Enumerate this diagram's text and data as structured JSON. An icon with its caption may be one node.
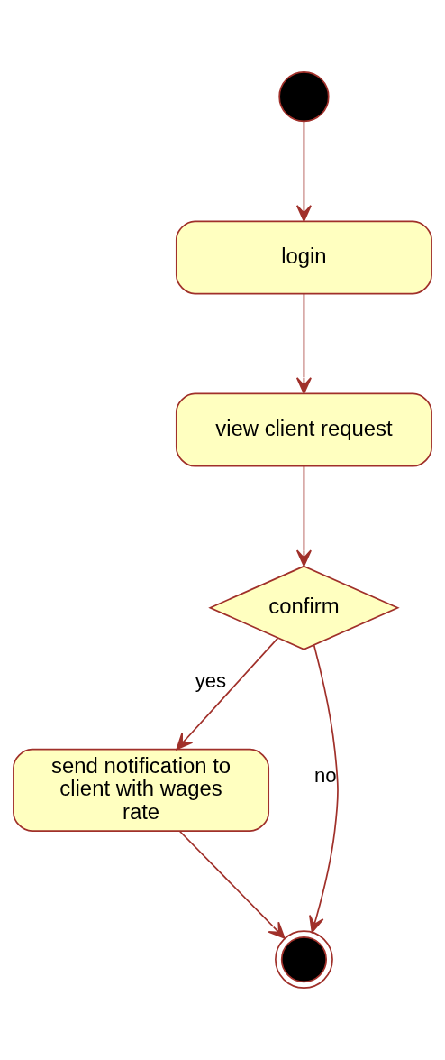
{
  "diagram": {
    "nodes": [
      {
        "text": [],
        "shape": "circle"
      },
      {
        "text": [
          "login"
        ]
      },
      {
        "text": [
          "view client request"
        ]
      },
      {
        "text": [
          "confirm"
        ]
      },
      {
        "text": [
          "send notification to client with wages rate"
        ]
      },
      {
        "text": [],
        "shape": "circle"
      }
    ],
    "edges": [
      {
        "from": 0,
        "to": 1,
        "arrow": "to"
      },
      {
        "from": 1,
        "to": 2,
        "arrow": "to"
      },
      {
        "from": 2,
        "to": 3,
        "arrow": "to"
      },
      {
        "from": 3,
        "to": 4,
        "arrow": "to",
        "label": "yes"
      },
      {
        "from": 3,
        "to": 5,
        "arrow": "to",
        "label": "no"
      },
      {
        "from": 4,
        "to": 5,
        "arrow": "to"
      }
    ]
  }
}
